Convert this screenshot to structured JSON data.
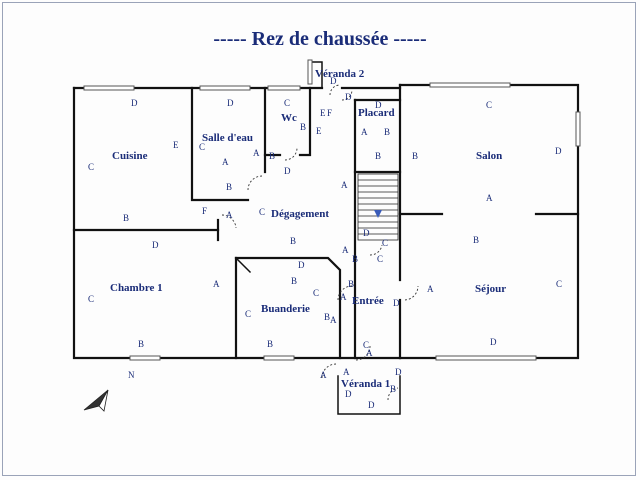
{
  "plan": {
    "title": "----- Rez de chaussée -----",
    "north_label": "N",
    "rooms": [
      {
        "key": "cuisine",
        "name": "Cuisine"
      },
      {
        "key": "salle_eau",
        "name": "Salle d'eau"
      },
      {
        "key": "wc",
        "name": "Wc"
      },
      {
        "key": "veranda2",
        "name": "Véranda 2"
      },
      {
        "key": "placard",
        "name": "Placard"
      },
      {
        "key": "salon",
        "name": "Salon"
      },
      {
        "key": "degagement",
        "name": "Dégagement"
      },
      {
        "key": "chambre1",
        "name": "Chambre 1"
      },
      {
        "key": "buanderie",
        "name": "Buanderie"
      },
      {
        "key": "entree",
        "name": "Entrée"
      },
      {
        "key": "sejour",
        "name": "Séjour"
      },
      {
        "key": "veranda1",
        "name": "Véranda 1"
      }
    ],
    "wall_letters": [
      "D",
      "C",
      "E",
      "B",
      "D",
      "B",
      "A",
      "C",
      "D",
      "C",
      "B",
      "E",
      "D",
      "E",
      "F",
      "D",
      "D",
      "A",
      "B",
      "A",
      "B",
      "C",
      "D",
      "A",
      "B",
      "F",
      "A",
      "C",
      "A",
      "B",
      "D",
      "D",
      "C",
      "A",
      "B",
      "C",
      "B",
      "A",
      "C",
      "D",
      "B",
      "D",
      "C",
      "C",
      "B",
      "A",
      "D",
      "A",
      "B",
      "A",
      "B",
      "D",
      "A",
      "B",
      "C",
      "A",
      "D",
      "B",
      "D",
      "B",
      "A",
      "C"
    ]
  }
}
